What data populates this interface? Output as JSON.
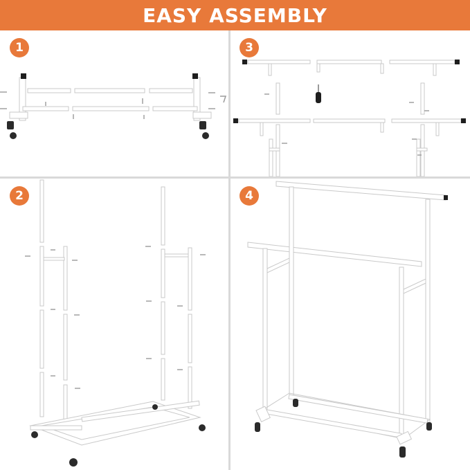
{
  "banner": {
    "title": "EASY ASSEMBLY",
    "background_color": "#e8793a",
    "text_color": "#ffffff"
  },
  "steps": [
    {
      "number": "1"
    },
    {
      "number": "2"
    },
    {
      "number": "3"
    },
    {
      "number": "4"
    }
  ],
  "colors": {
    "accent": "#e8793a",
    "frame": "#ffffff",
    "frame_outline": "#c9c9c9",
    "wheel": "#2b2b2b",
    "cap": "#1e1e1e",
    "divider": "#d9d9d9"
  },
  "icons": {
    "screwdriver": "screwdriver-icon",
    "hex_key": "hex-key-icon",
    "screw": "screw-icon",
    "caster": "caster-wheel-icon"
  }
}
